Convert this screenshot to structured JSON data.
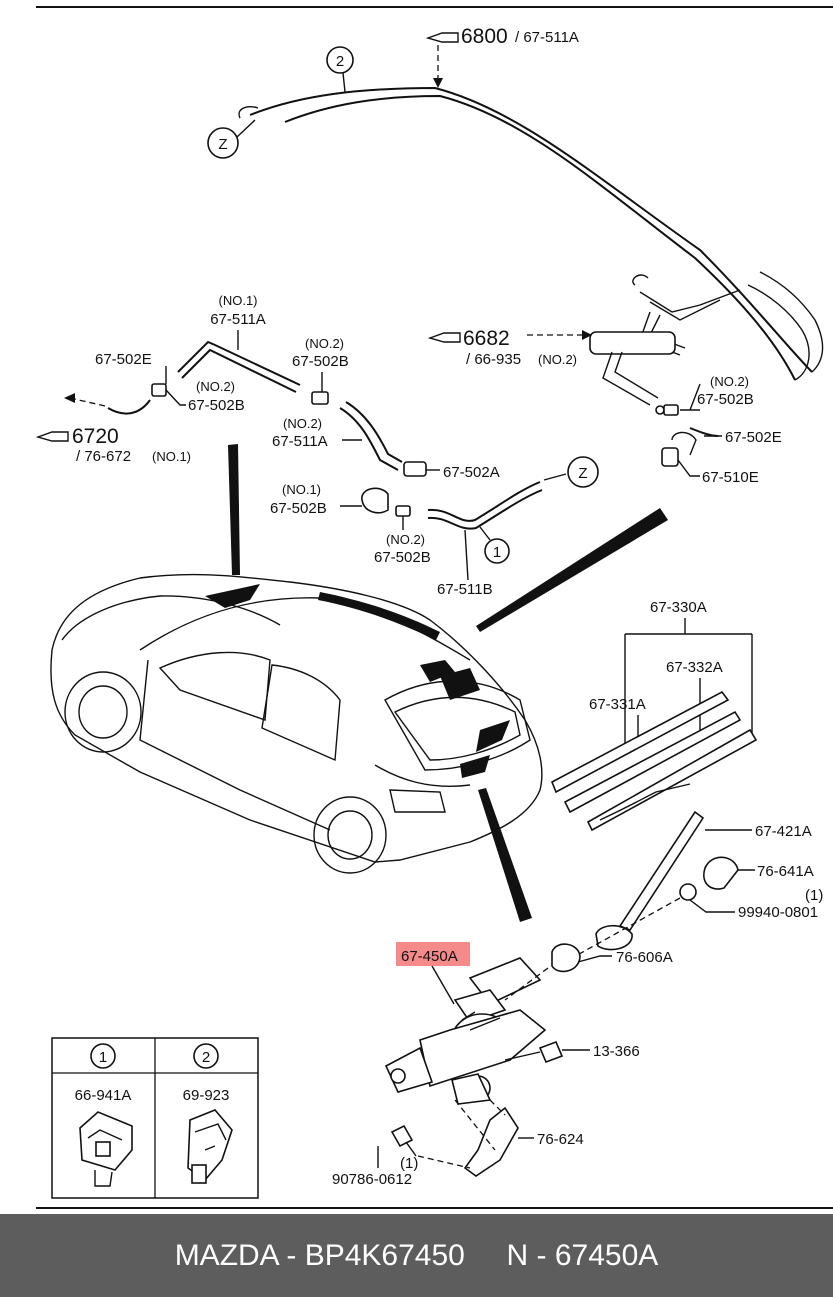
{
  "callouts": {
    "c_6800": "6800",
    "c_67511A_top": "/ 67-511A",
    "c_6682": "6682",
    "c_66935": "/ 66-935",
    "no2_tag": "(NO.2)",
    "c_6720": "6720",
    "c_76672": "/ 76-672",
    "no1_tag": "(NO.1)"
  },
  "circles": {
    "two": "2",
    "z": "Z",
    "one": "1"
  },
  "labels": {
    "no1_a": "(NO.1)",
    "p_67511A_a": "67-511A",
    "p_67502E_left": "67-502E",
    "no2_a": "(NO.2)",
    "p_67502B_a": "67-502B",
    "no2_b": "(NO.2)",
    "p_67502B_b": "67-502B",
    "no2_c": "(NO.2)",
    "p_67511A_b": "67-511A",
    "p_67502A": "67-502A",
    "no1_b": "(NO.1)",
    "p_67502B_c": "67-502B",
    "no2_d": "(NO.2)",
    "p_67502B_d": "67-502B",
    "p_67511B": "67-511B",
    "no2_e": "(NO.2)",
    "p_67502B_e": "67-502B",
    "p_67502E_right": "67-502E",
    "p_67510E": "67-510E",
    "p_67330A": "67-330A",
    "p_67332A": "67-332A",
    "p_67331A": "67-331A",
    "p_67421A": "67-421A",
    "p_76641A": "76-641A",
    "qty_1a": "(1)",
    "p_99940": "99940-0801",
    "p_67450A": "67-450A",
    "p_76606A": "76-606A",
    "p_13366": "13-366",
    "p_76624": "76-624",
    "qty_1b": "(1)",
    "p_90786": "90786-0612"
  },
  "legend": {
    "col1_num": "1",
    "col1_part": "66-941A",
    "col2_num": "2",
    "col2_part": "69-923"
  },
  "highlight_color": "#f48a8a",
  "footer": {
    "brand": "MAZDA - BP4K67450",
    "number": "N - 67450A"
  }
}
